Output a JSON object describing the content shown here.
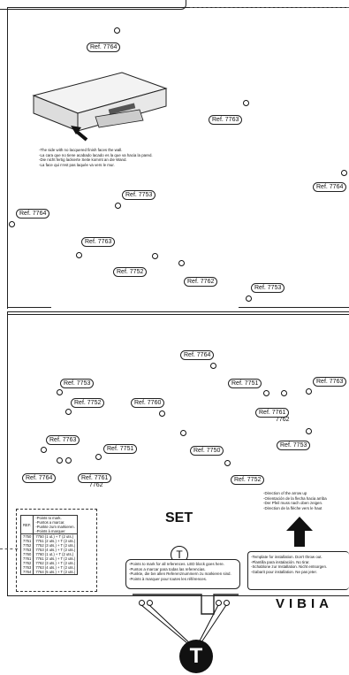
{
  "labels": {
    "r1": "Ref. 7764",
    "r2": "Ref. 7763",
    "r3": "Ref. 7764",
    "r4": "Ref. 7753",
    "r5": "Ref. 7764",
    "r6": "Ref. 7763",
    "r7": "Ref. 7752",
    "r8": "Ref. 7762",
    "r9": "Ref. 7753",
    "r10": "Ref. 7764",
    "r11": "Ref. 7753",
    "r12": "Ref. 7751",
    "r13": "Ref. 7763",
    "r14": "Ref. 7752",
    "r15": "Ref. 7760",
    "r16": "Ref. 7761",
    "r17": "7762",
    "r18": "Ref. 7753",
    "r19": "Ref. 7763",
    "r20": "Ref. 7751",
    "r21": "Ref. 7750",
    "r22": "Ref. 7764",
    "r23": "Ref. 7761",
    "r24": "7762",
    "r25": "Ref. 7752"
  },
  "wall_note": [
    "-The side with no lacquered finish faces the wall.",
    "-La cara que no tiene acabado lacado es la que va hacia la pared.",
    "-Die nicht fertig lackierte Seite kommt an die Wand.",
    "-La face qui n'est pas laquée va vers le mur."
  ],
  "set_label": "SET",
  "arrow_note": [
    "-Direction of the arrow up",
    "-Orientación de la flecha hacia arriba",
    "-Der Pfeil muss nach oben zeigen.",
    "-Direction de la flèche vers le haut"
  ],
  "template_note": [
    "-Template for installation. Don't throw out.",
    "-Plantilla para instalación. No tirar.",
    "-Schablone zur Installation. Nicht entsorgen.",
    "-Gabarit pour installation. Ne pas jeter."
  ],
  "brand": "VIBIA",
  "t_label": "T",
  "t_note": [
    "-Points to mark for all references. LED block goes here.",
    "-Puntos a marcar para todas las referencias.",
    "-Punkte, die bei allen Referenznummern zu markieren sind.",
    "-Points à marquer pour toutes les références."
  ],
  "ref_table": {
    "header": "REF.",
    "points": [
      "-Points to mark.",
      "-Puntos a marcar.",
      "-Punkte zum markieren.",
      "-Points à marquer."
    ],
    "rows": [
      [
        "7750",
        "7750 (1 ut.) + T (2 uts.)"
      ],
      [
        "7751",
        "7751 (2 uts.) + T (2 uts.)"
      ],
      [
        "7752",
        "7752 (3 uts.) + T (2 uts.)"
      ],
      [
        "7753",
        "7753 (4 uts.) + T (2 uts.)"
      ],
      [
        "7760",
        "7760 (1 ut.) + T (2 uts.)"
      ],
      [
        "7761",
        "7761 (2 uts.) + T (2 uts.)"
      ],
      [
        "7762",
        "7762 (3 uts.) + T (2 uts.)"
      ],
      [
        "7763",
        "7763 (4 uts.) + T (2 uts.)"
      ],
      [
        "7764",
        "7764 (5 uts.) + T (2 uts.)"
      ]
    ]
  }
}
